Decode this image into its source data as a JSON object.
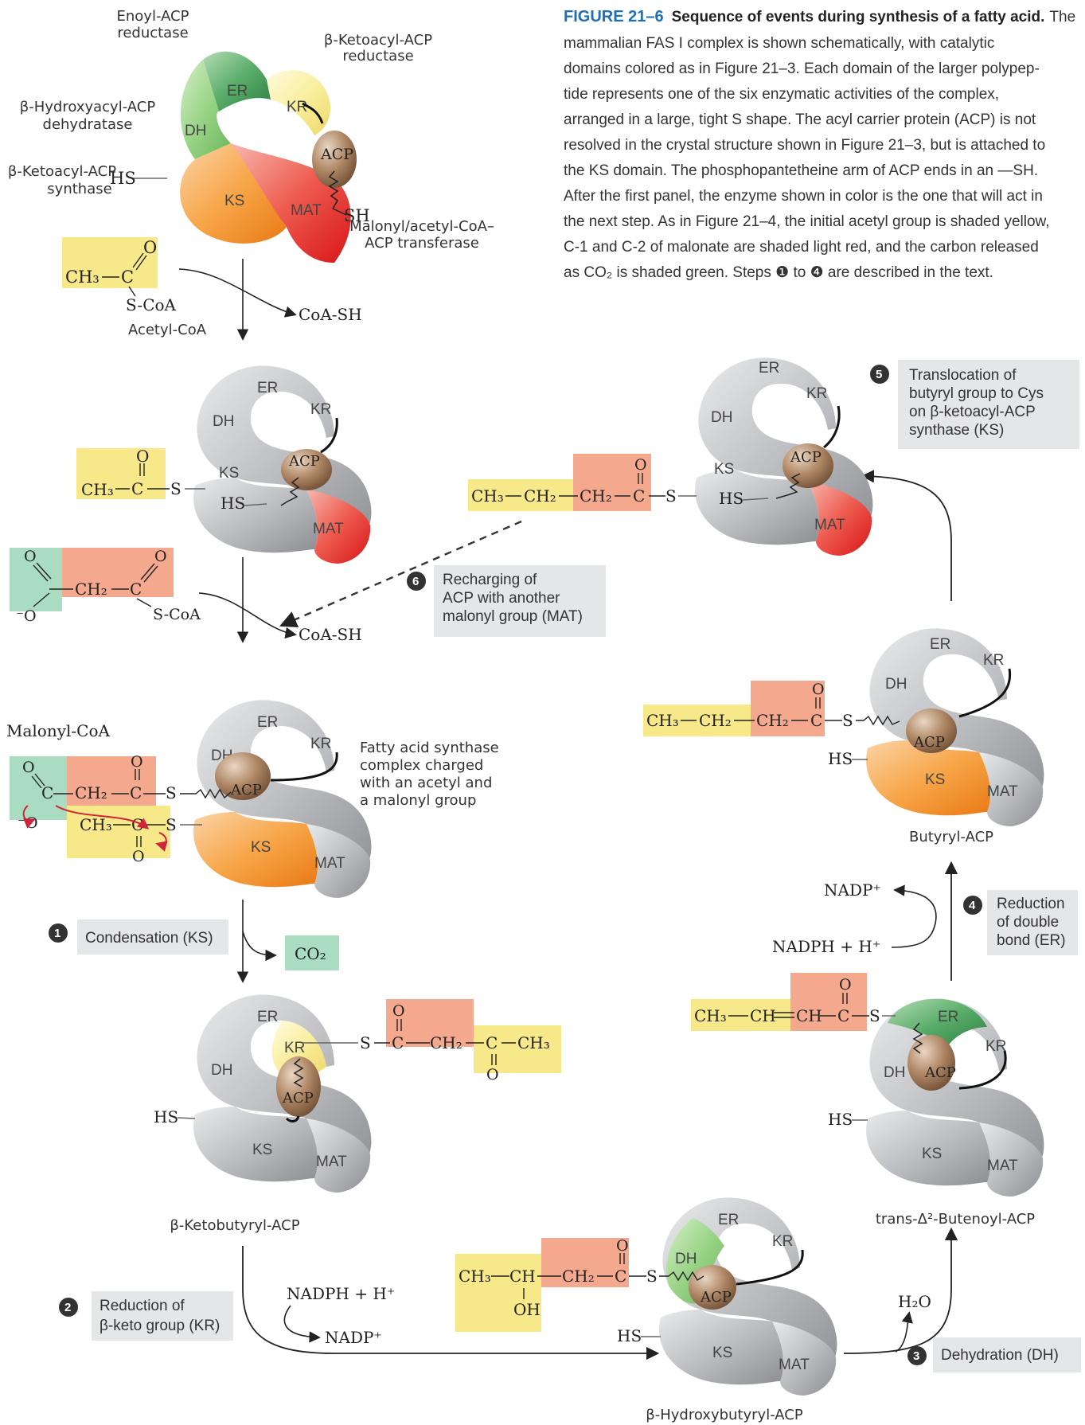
{
  "caption": {
    "figure_label": "FIGURE 21–6",
    "title_rest": "Sequence of events during synthesis of a fatty acid.",
    "lines": [
      "mammalian FAS I complex is shown schematically, with catalytic",
      "domains colored as in Figure 21–3. Each domain of the larger polypep-",
      "tide represents one of the six enzymatic activities of the complex,",
      "arranged in a large, tight S shape. The acyl carrier protein (ACP) is not",
      "resolved in the crystal structure shown in Figure 21–3, but is attached to",
      "the KS domain. The phosphopantetheine arm of ACP ends in an —SH.",
      "After the first panel, the enzyme shown in color is the one that will act in",
      "the next step. As in Figure 21–4, the initial acetyl group is shaded yellow,",
      "C-1 and C-2 of malonate are shaded light red, and the carbon released",
      "as CO₂ is shaded green. Steps ❶ to ❹ are described in the text."
    ],
    "first_line_lead": "The"
  },
  "domains": {
    "er": "ER",
    "kr": "KR",
    "dh": "DH",
    "ks": "KS",
    "mat": "MAT",
    "acp": "ACP"
  },
  "enzyme_labels": {
    "er": "Enoyl-ACP reductase",
    "er_line1": "Enoyl-ACP",
    "er_line2": "reductase",
    "kr_line1": "β-Ketoacyl-ACP",
    "kr_line2": "reductase",
    "dh_line1": "β-Hydroxyacyl-ACP",
    "dh_line2": "dehydratase",
    "ks_line1": "β-Ketoacyl-ACP",
    "ks_line2": "synthase",
    "mat_line1": "Malonyl/acetyl-CoA–",
    "mat_line2": "ACP transferase"
  },
  "chemistry": {
    "hs": "HS",
    "sh": "SH",
    "s": "S",
    "ch3": "CH₃",
    "ch2": "CH₂",
    "ch": "CH",
    "c": "C",
    "o": "O",
    "oh": "OH",
    "ominus": "⁻O",
    "scoa": "S-CoA",
    "coash": "CoA-SH",
    "co2": "CO₂",
    "h2o": "H₂O",
    "nadph": "NADPH + H⁺",
    "nadp": "NADP⁺"
  },
  "compound_names": {
    "acetyl_coa": "Acetyl-CoA",
    "malonyl_coa": "Malonyl-CoA",
    "ketobutyryl": "β-Ketobutyryl-ACP",
    "hydroxybutyryl": "β-Hydroxybutyryl-ACP",
    "butenoyl": "trans-Δ²-Butenoyl-ACP",
    "butyryl": "Butyryl-ACP"
  },
  "charged_note": [
    "Fatty acid synthase",
    "complex charged",
    "with an acetyl and",
    "a malonyl group"
  ],
  "steps": [
    {
      "num": "1",
      "lines": [
        "Condensation (KS)"
      ]
    },
    {
      "num": "2",
      "lines": [
        "Reduction of",
        "β-keto group (KR)"
      ]
    },
    {
      "num": "3",
      "lines": [
        "Dehydration (DH)"
      ]
    },
    {
      "num": "4",
      "lines": [
        "Reduction",
        "of double",
        "bond (ER)"
      ]
    },
    {
      "num": "5",
      "lines": [
        "Translocation of",
        "butyryl group to Cys",
        "on β-ketoacyl-ACP",
        "synthase (KS)"
      ]
    },
    {
      "num": "6",
      "lines": [
        "Recharging of",
        "ACP with another",
        "malonyl group (MAT)"
      ]
    }
  ],
  "colors": {
    "acetyl_shade": "#f7e88a",
    "malonate_shade": "#f4a98f",
    "co2_shade": "#a9dcc0",
    "step_box": "#e5e6e8",
    "ks_orange": "#f28c28",
    "mat_red": "#e22b2b",
    "er_green": "#3f9a54",
    "kr_yellow": "#f7eb93",
    "dh_green": "#8fcf7a",
    "acp_brown": "#8a6448",
    "gray": "#b9babd",
    "title_blue": "#1f6fb5"
  }
}
